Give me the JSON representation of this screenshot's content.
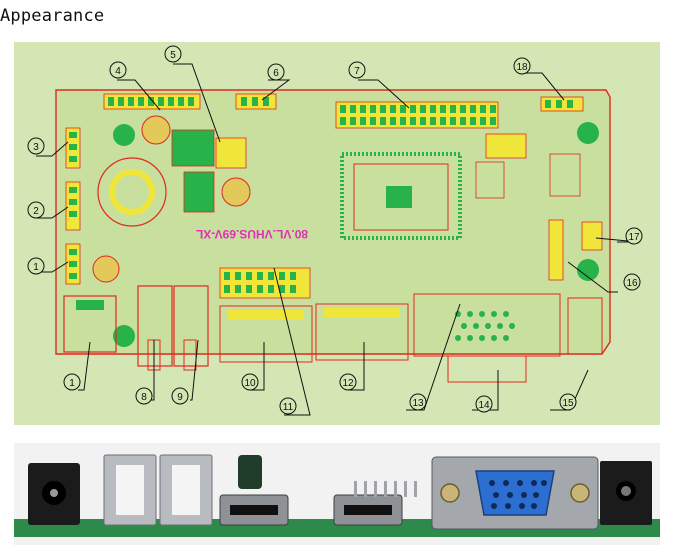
{
  "title": "Appearance",
  "board_silkscreen": "80.VL.VHUS.69V-XL",
  "callouts": [
    {
      "n": "1"
    },
    {
      "n": "2"
    },
    {
      "n": "3"
    },
    {
      "n": "4"
    },
    {
      "n": "5"
    },
    {
      "n": "6"
    },
    {
      "n": "7"
    },
    {
      "n": "8"
    },
    {
      "n": "9"
    },
    {
      "n": "10"
    },
    {
      "n": "11"
    },
    {
      "n": "12"
    },
    {
      "n": "13"
    },
    {
      "n": "14"
    },
    {
      "n": "15"
    },
    {
      "n": "16"
    },
    {
      "n": "17"
    },
    {
      "n": "18"
    }
  ],
  "colors": {
    "pcb_background": "#d5e6b5",
    "outline": "#e0281e",
    "pad": "#27b34a",
    "highlight": "#f0e63a",
    "label_text": "#e22fb8"
  }
}
